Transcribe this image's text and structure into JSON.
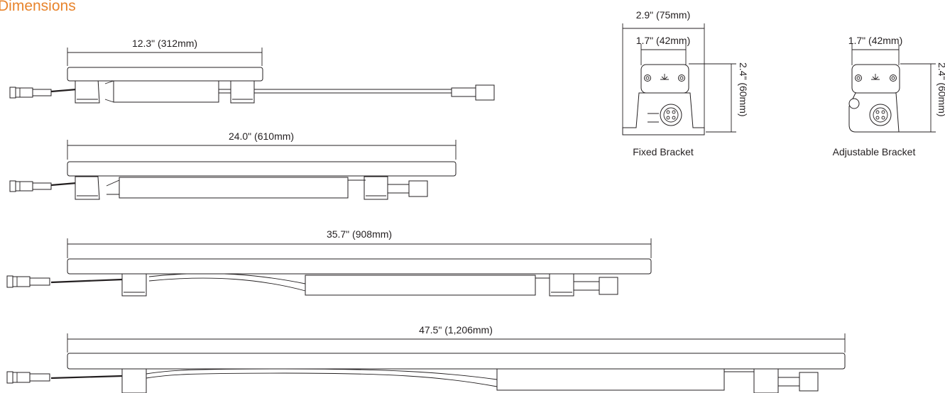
{
  "heading": "Dimensions",
  "fixtures": [
    {
      "length_label": "12.3\" (312mm)"
    },
    {
      "length_label": "24.0\" (610mm)"
    },
    {
      "length_label": "35.7\" (908mm)"
    },
    {
      "length_label": "47.5\" (1,206mm)"
    }
  ],
  "fixed_bracket": {
    "caption": "Fixed Bracket",
    "outer_width_label": "2.9\" (75mm)",
    "inner_width_label": "1.7\" (42mm)",
    "height_label": "2.4\" (60mm)"
  },
  "adjustable_bracket": {
    "caption": "Adjustable Bracket",
    "width_label": "1.7\" (42mm)",
    "height_label": "2.4\" (60mm)"
  }
}
